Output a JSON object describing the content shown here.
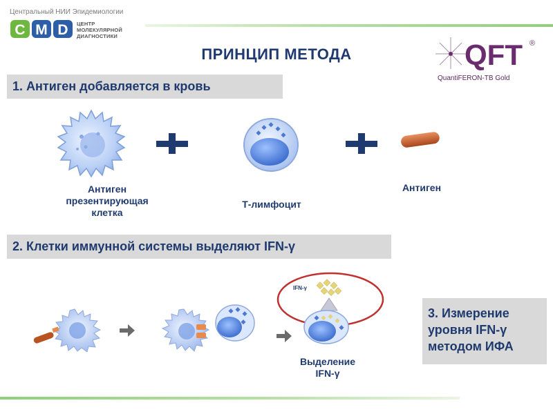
{
  "header": {
    "org_name": "Центральный НИИ Эпидемиологии",
    "cmd_letters": [
      "C",
      "M",
      "D"
    ],
    "cmd_sub_lines": [
      "ЦЕНТР",
      "МОЛЕКУЛЯРНОЙ",
      "ДИАГНОСТИКИ"
    ],
    "title": "ПРИНЦИП МЕТОДА",
    "qft_logo_text": "QFT",
    "qft_reg": "®",
    "qft_sub": "QuantiFERON-TB Gold"
  },
  "step1": {
    "heading": "1. Антиген  добавляется в кровь",
    "apc_label_lines": [
      "Антиген",
      "презентирующая",
      "клетка"
    ],
    "lymphocyte_label": "Т-лимфоцит",
    "antigen_label": "Антиген"
  },
  "step2": {
    "heading": "2. Клетки иммунной системы выделяют IFN-γ",
    "ifn_tag": "IFN-γ",
    "release_label_lines": [
      "Выделение",
      "IFN-γ"
    ]
  },
  "step3": {
    "lines": [
      "3. Измерение",
      "уровня IFN-γ",
      "методом ИФА"
    ]
  },
  "colors": {
    "title": "#1f3a6e",
    "cmd_green": "#6fb83f",
    "cmd_blue": "#2d5fa8",
    "qft_purple": "#6a2c6e",
    "antigen": "#c8602a",
    "highlight_ellipse": "#c0302e"
  },
  "icons": [
    "plus-icon",
    "arrow-right-icon",
    "arrow-up-icon",
    "cell-icon",
    "antigen-rod-icon"
  ]
}
